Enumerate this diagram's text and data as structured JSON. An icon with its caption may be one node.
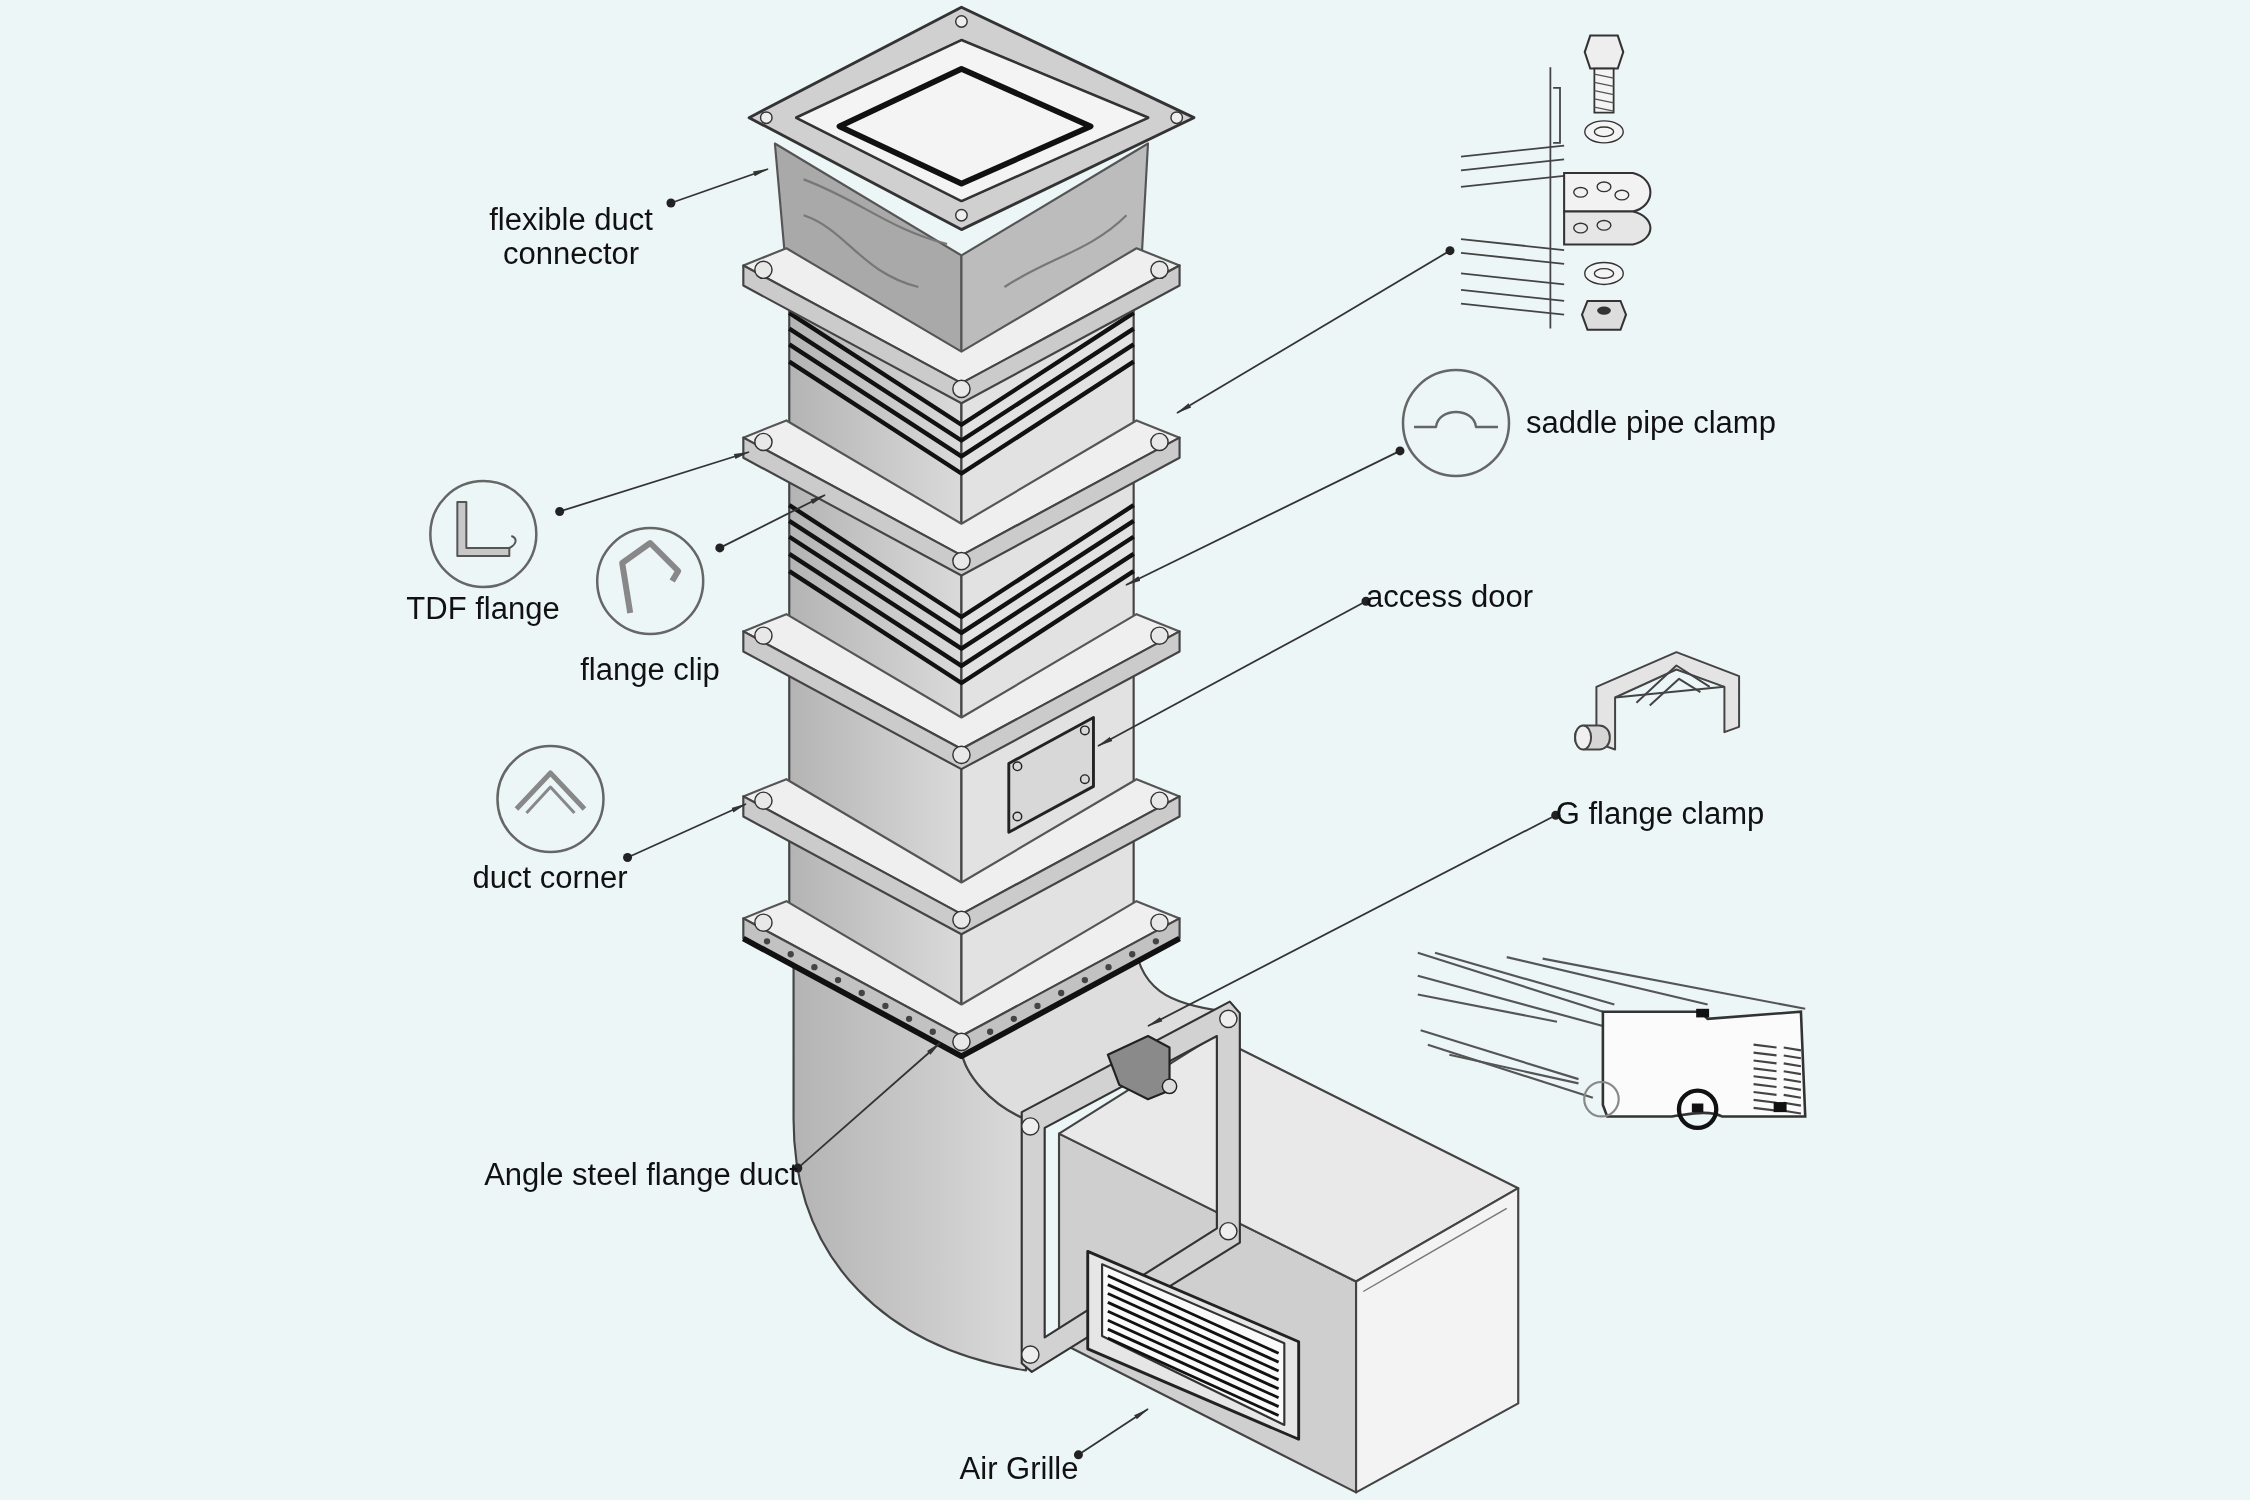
{
  "diagram": {
    "nodes": [
      {
        "text": [
          "flexible duct connector"
        ]
      },
      {
        "text": [],
        "shape": "picture"
      },
      {
        "text": [
          "saddle pipe clamp"
        ]
      },
      {
        "text": [
          "TDF flange"
        ]
      },
      {
        "text": [
          "flange clip"
        ]
      },
      {
        "text": [
          "access door"
        ]
      },
      {
        "text": [
          "duct corner"
        ]
      },
      {
        "text": [
          "G flange clamp"
        ]
      },
      {
        "text": [
          "Angle steel flange duct"
        ]
      },
      {
        "text": [
          "Air Grille"
        ]
      }
    ],
    "edges": [
      {
        "from": 0,
        "to": null,
        "arrow": "to"
      },
      {
        "from": 1,
        "to": null,
        "arrow": "to"
      },
      {
        "from": 2,
        "to": null,
        "arrow": "to"
      },
      {
        "from": 3,
        "to": null,
        "arrow": "to"
      },
      {
        "from": 4,
        "to": null,
        "arrow": "to"
      },
      {
        "from": 5,
        "to": null,
        "arrow": "to"
      },
      {
        "from": 6,
        "to": null,
        "arrow": "to"
      },
      {
        "from": 7,
        "to": null,
        "arrow": "to"
      },
      {
        "from": 8,
        "to": null,
        "arrow": "to"
      },
      {
        "from": 9,
        "to": null,
        "arrow": "to"
      }
    ]
  }
}
